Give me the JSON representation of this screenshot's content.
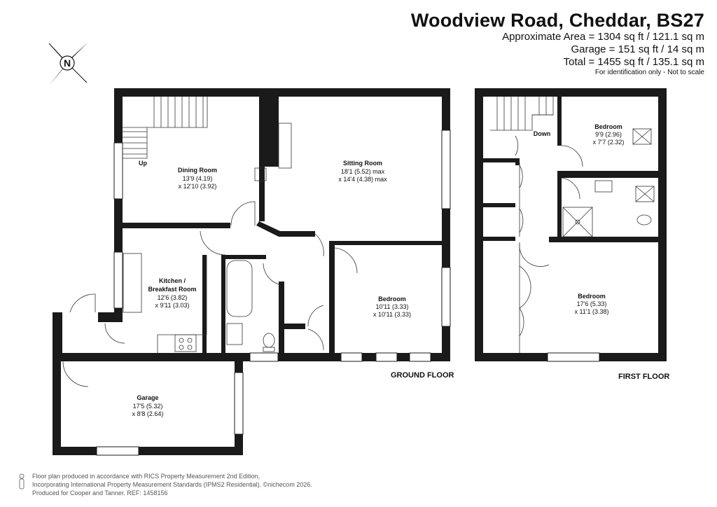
{
  "header": {
    "title": "Woodview Road, Cheddar, BS27",
    "approx_area": "Approximate Area = 1304 sq ft / 121.1 sq m",
    "garage_area": "Garage = 151 sq ft / 14 sq m",
    "total_area": "Total = 1455 sq ft / 135.1 sq m",
    "disclaimer": "For identification only - Not to scale"
  },
  "compass": {
    "letter": "N",
    "icon": "compass-icon"
  },
  "floors": {
    "ground": "GROUND FLOOR",
    "first": "FIRST FLOOR"
  },
  "rooms": {
    "dining": {
      "name": "Dining Room",
      "dim1": "13'9 (4.19)",
      "dim2": "x 12'10 (3.92)"
    },
    "sitting": {
      "name": "Sitting Room",
      "dim1": "18'1 (5.52) max",
      "dim2": "x 14'4 (4.38) max"
    },
    "kitchen": {
      "name1": "Kitchen /",
      "name2": "Breakfast Room",
      "dim1": "12'6 (3.82)",
      "dim2": "x 9'11 (3.03)"
    },
    "bedroom_ground": {
      "name": "Bedroom",
      "dim1": "10'11 (3.33)",
      "dim2": "x 10'11 (3.33)"
    },
    "garage": {
      "name": "Garage",
      "dim1": "17'5 (5.32)",
      "dim2": "x 8'8 (2.64)"
    },
    "bedroom_first_small": {
      "name": "Bedroom",
      "dim1": "9'9 (2.96)",
      "dim2": "x 7'7 (2.32)"
    },
    "bedroom_first_large": {
      "name": "Bedroom",
      "dim1": "17'6 (5.33)",
      "dim2": "x 11'1 (3.38)"
    }
  },
  "stairs": {
    "up": "Up",
    "down": "Down"
  },
  "footer": {
    "line1": "Floor plan produced in accordance with RICS Property Measurement 2nd Edition,",
    "line2": "Incorporating International Property Measurement Standards (IPMS2 Residential).  ©nichecom 2026.",
    "line3": "Produced for Cooper and Tanner.  REF: 1458156"
  }
}
